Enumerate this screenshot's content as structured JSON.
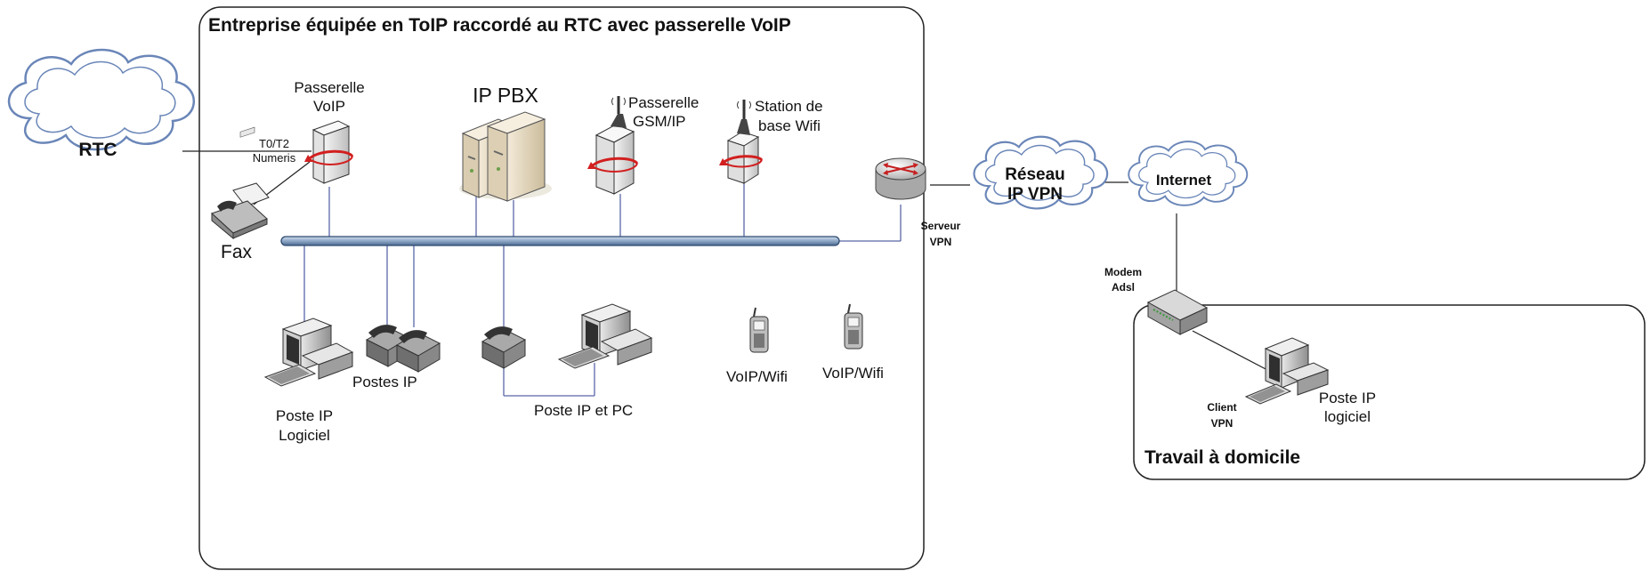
{
  "enterprise": {
    "title": "Entreprise équipée en ToIP raccordé au RTC avec passerelle VoIP"
  },
  "home": {
    "title": "Travail à domicile"
  },
  "clouds": {
    "rtc": "RTC",
    "vpn_line1": "Réseau",
    "vpn_line2": "IP VPN",
    "internet": "Internet"
  },
  "labels": {
    "t0_line1": "T0/T2",
    "t0_line2": "Numeris",
    "passerelle_voip_line1": "Passerelle",
    "passerelle_voip_line2": "VoIP",
    "ip_pbx": "IP PBX",
    "gsm_line1": "Passerelle",
    "gsm_line2": "GSM/IP",
    "wifi_line1": "Station de",
    "wifi_line2": "base Wifi",
    "fax": "Fax",
    "serveur_line1": "Serveur",
    "serveur_line2": "VPN",
    "poste_logiciel_line1": "Poste IP",
    "poste_logiciel_line2": "Logiciel",
    "postes_ip": "Postes IP",
    "poste_pc": "Poste IP et PC",
    "voip_wifi_1": "VoIP/Wifi",
    "voip_wifi_2": "VoIP/Wifi",
    "modem_line1": "Modem",
    "modem_line2": "Adsl",
    "client_line1": "Client",
    "client_line2": "VPN",
    "home_poste_line1": "Poste IP",
    "home_poste_line2": "logiciel"
  }
}
